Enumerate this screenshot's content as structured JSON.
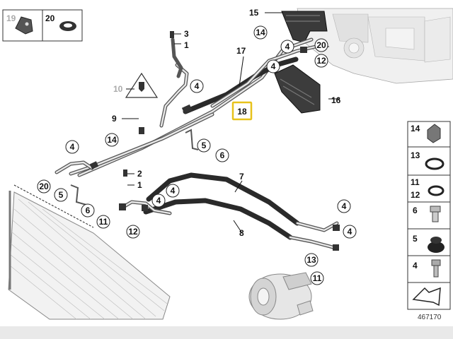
{
  "diagram_id": "467170",
  "highlighted_part": "18",
  "inset": {
    "part_a": "19",
    "part_b": "20"
  },
  "legend": [
    {
      "label": "14"
    },
    {
      "label": "13"
    },
    {
      "label": "11"
    },
    {
      "label": "12"
    },
    {
      "label": "6"
    },
    {
      "label": "5"
    },
    {
      "label": "4"
    }
  ],
  "callouts": {
    "c1": "1",
    "c2": "2",
    "c3": "3",
    "c4": "4",
    "c5": "5",
    "c6": "6",
    "c7": "7",
    "c8": "8",
    "c9": "9",
    "c10": "10",
    "c11": "11",
    "c12": "12",
    "c13": "13",
    "c14": "14",
    "c15": "15",
    "c16": "16",
    "c17": "17",
    "c18": "18",
    "c20": "20"
  },
  "colors": {
    "highlight": "#e7c21b",
    "pipe": "#2a2a2a",
    "footer": "#e9e9e9"
  },
  "icons": [
    "warning-triangle-icon",
    "arrow-pointer-icon"
  ]
}
